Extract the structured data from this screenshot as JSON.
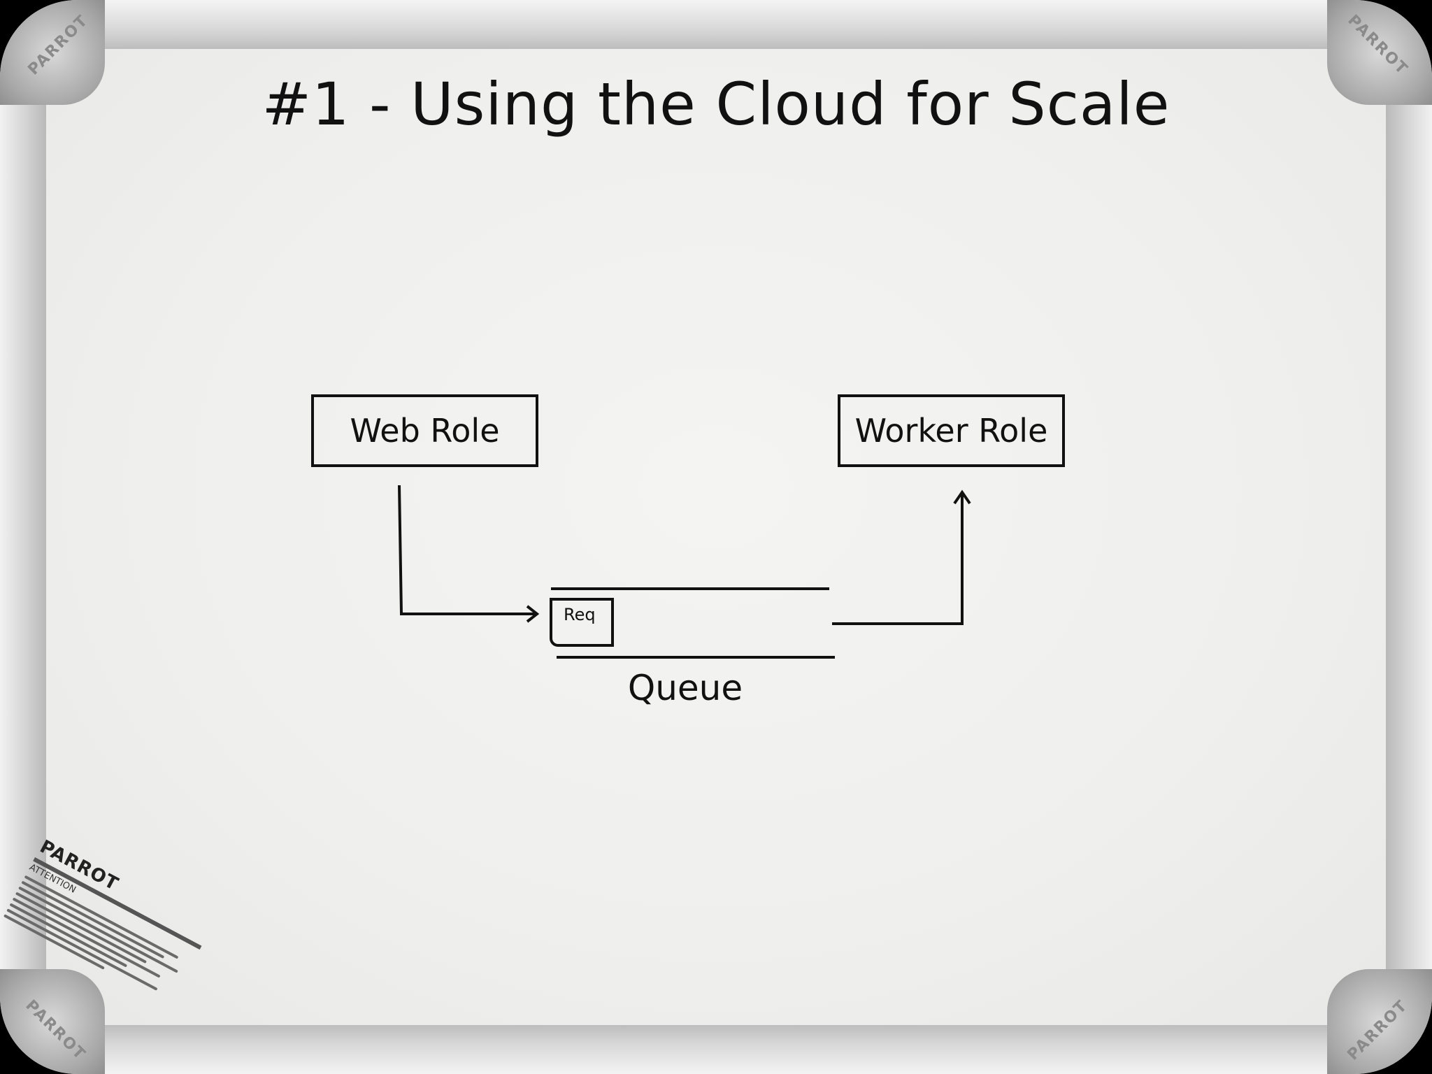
{
  "title": "#1  - Using the Cloud for Scale",
  "diagram": {
    "web_role_label": "Web Role",
    "worker_role_label": "Worker Role",
    "req_label": "Req",
    "queue_label": "Queue"
  },
  "frame": {
    "corner_logo": "PARROT"
  },
  "sticker": {
    "brand": "PARROT",
    "attention": "ATTENTION"
  },
  "colors": {
    "ink": "#111111",
    "board": "#efefed",
    "frame": "#d0d0d0"
  }
}
